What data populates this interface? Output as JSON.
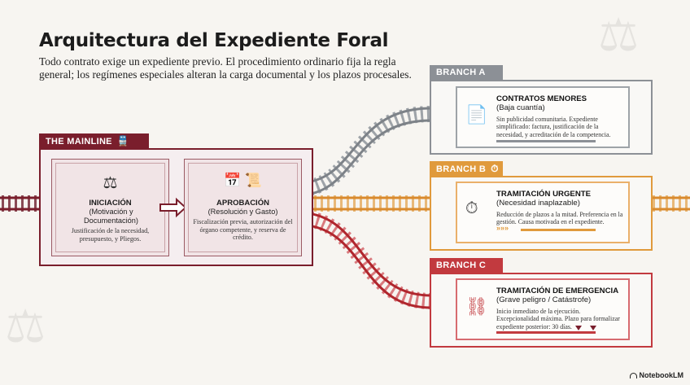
{
  "title": "Arquitectura del Expediente Foral",
  "subtitle": "Todo contrato exige un expediente previo. El procedimiento ordinario fija la regla general; los regímenes especiales alteran la carga documental y los plazos procesales.",
  "mainline": {
    "label": "THE MAINLINE",
    "icon": "train-icon",
    "stages": [
      {
        "icon": "scales-icon",
        "name": "INICIACIÓN",
        "sub": "(Motivación y Documentación)",
        "desc": "Justificación de la necesidad, presupuesto, y Pliegos."
      },
      {
        "icon": "calendar-certificate-icon",
        "name": "APROBACIÓN",
        "sub": "(Resolución y Gasto)",
        "desc": "Fiscalización previa, autorización del órgano competente, y reserva de crédito."
      }
    ]
  },
  "branches": [
    {
      "label": "BRANCH A",
      "icon": "",
      "title": "CONTRATOS MENORES",
      "sub": "(Baja cuantía)",
      "desc": "Sin publicidad comunitaria. Expediente simplificado: factura, justificación de la necesidad, y acreditación de la competencia.",
      "panel_icon": "document-coins-icon",
      "color": "#8c9096"
    },
    {
      "label": "BRANCH B",
      "icon": "stopwatch-icon",
      "title": "TRAMITACIÓN URGENTE",
      "sub": "(Necesidad inaplazable)",
      "desc": "Reducción de plazos a la mitad. Preferencia en la gestión. Causa motivada en el expediente.",
      "panel_icon": "stopwatch-icon",
      "color": "#e09a3c"
    },
    {
      "label": "BRANCH C",
      "icon": "",
      "title": "TRAMITACIÓN DE EMERGENCIA",
      "sub": "(Grave peligro / Catástrofe)",
      "desc": "Inicio inmediato de la ejecución. Excepcionalidad máxima. Plazo para formalizar expediente posterior: 30 días.",
      "panel_icon": "broken-chain-icon",
      "color": "#c23a3f"
    }
  ],
  "colors": {
    "maroon": "#7a1e2c",
    "grey": "#8c9096",
    "orange": "#e09a3c",
    "red": "#c23a3f"
  },
  "brand": "NotebookLM"
}
